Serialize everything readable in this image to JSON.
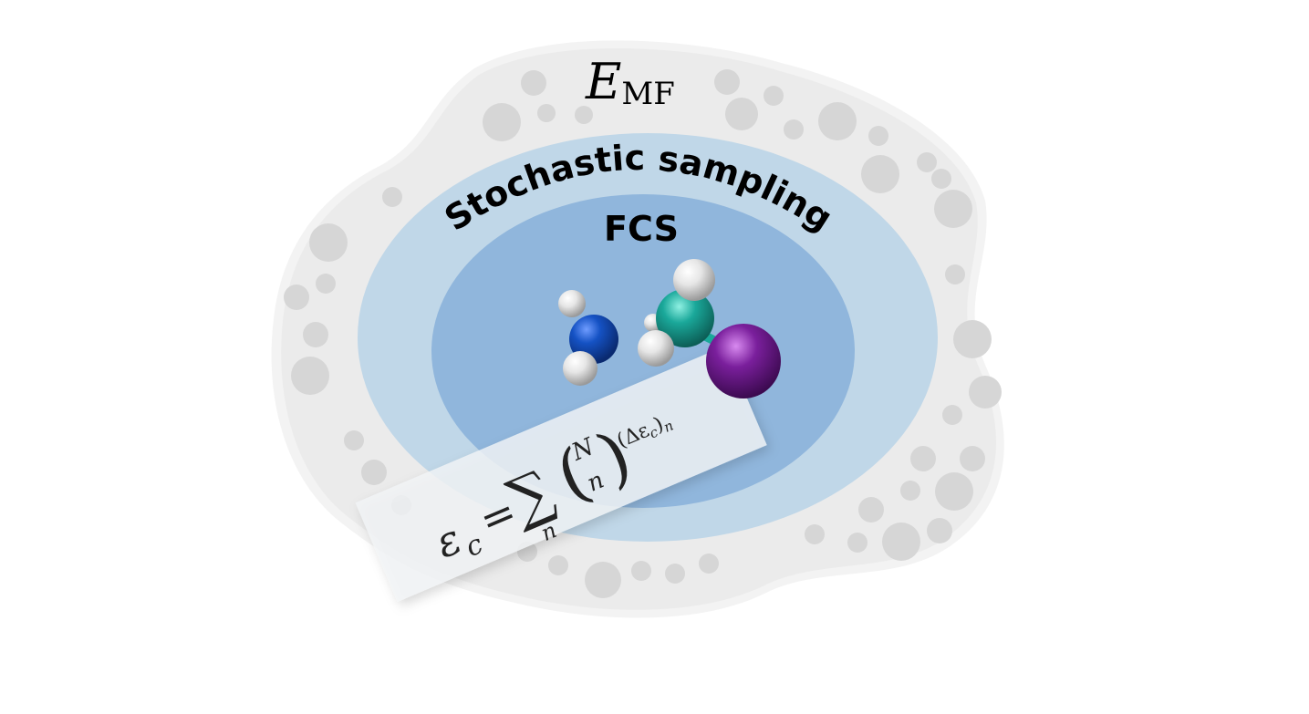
{
  "figure": {
    "outer_label": {
      "main": "E",
      "subscript": "MF"
    },
    "ring_label": "Stochastic sampling",
    "core_label": "FCS",
    "equation": {
      "lhs": "ε",
      "lhs_sub": "c",
      "equals": "=",
      "sum": "∑",
      "sum_index": "n",
      "binom_top": "N",
      "binom_bottom": "n",
      "term": "(Δε",
      "term_sub": "c",
      "term_close": ")",
      "term_power": "n"
    },
    "molecule": {
      "atoms": [
        {
          "name": "nitrogen",
          "color": "#1552c4"
        },
        {
          "name": "carbon",
          "color": "#1aa89a"
        },
        {
          "name": "iodine",
          "color": "#7a1f9c"
        },
        {
          "name": "hydrogen",
          "color": "#e8e8e8"
        }
      ]
    }
  },
  "colors": {
    "background": "#ffffff",
    "outer_blob": "#ebebeb",
    "outer_blob_edge": "#f3f3f3",
    "bubbles": "#d6d6d6",
    "ring": "#c0d7e8",
    "core": "#90b6dc",
    "paper": "#f2f4f6",
    "text": "#000000"
  }
}
